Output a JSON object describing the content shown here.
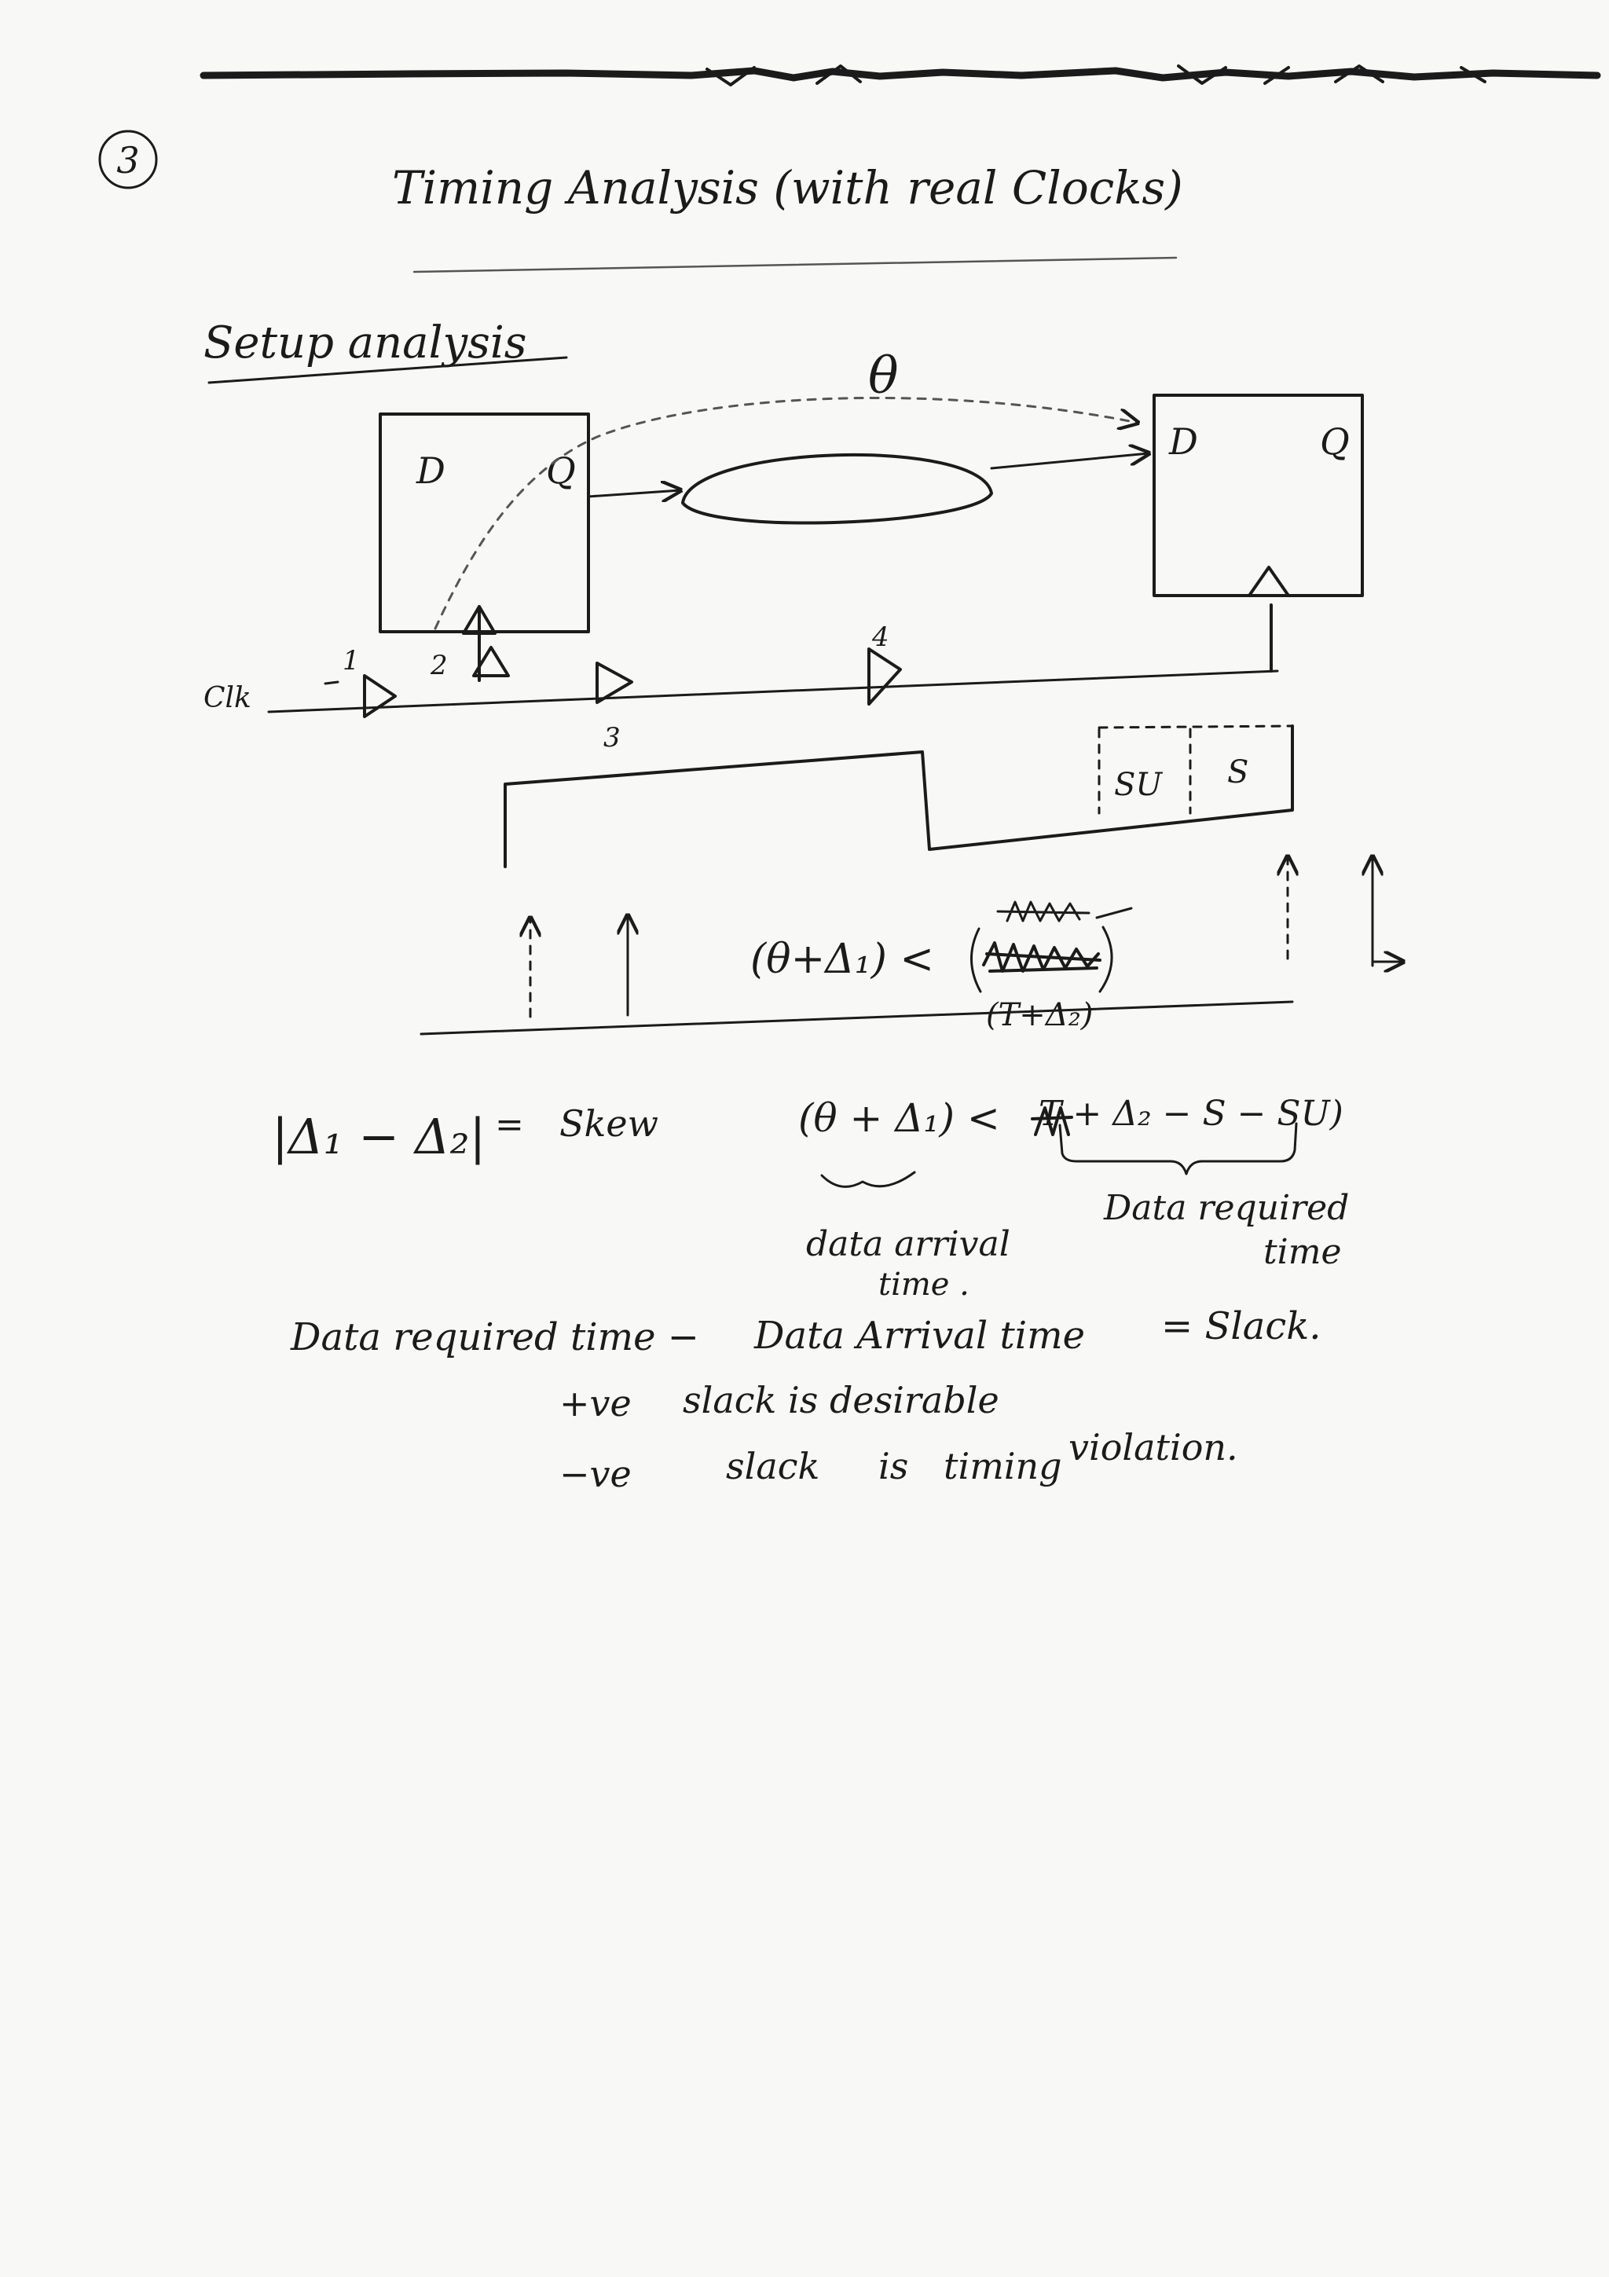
{
  "page": {
    "number": "3",
    "title": "Timing Analysis (with real Clocks)"
  },
  "setup": {
    "heading": "Setup analysis",
    "path_delay": "θ",
    "launch_flop": {
      "d": "D",
      "q": "Q"
    },
    "capture_flop": {
      "d": "D",
      "q": "Q"
    },
    "clock_label": "Clk",
    "buffers": [
      "1",
      "2",
      "3",
      "4"
    ],
    "window": {
      "setup": "SU",
      "skew": "S"
    }
  },
  "equations": {
    "constraint_lhs": "(θ+Δ₁) <",
    "constraint_rhs": "(T+Δ₂)",
    "skew": {
      "lhs": "|Δ₁ − Δ₂|",
      "eq": "=",
      "rhs": "Skew"
    },
    "setup_lhs": "(θ + Δ₁) <",
    "setup_rhs": "T + Δ₂ − S − SU)",
    "arrival_label": [
      "data arrival",
      "time ."
    ],
    "required_label": [
      "Data required",
      "time"
    ]
  },
  "slack": {
    "definition": [
      "Data required time −",
      "Data Arrival time",
      "= Slack."
    ],
    "positive": [
      "+ve",
      "slack is desirable"
    ],
    "negative": [
      "−ve",
      "slack",
      "is",
      "timing",
      "violation."
    ]
  },
  "colors": {
    "ink": "#1b1b1b",
    "paper": "#f8f8f6"
  }
}
